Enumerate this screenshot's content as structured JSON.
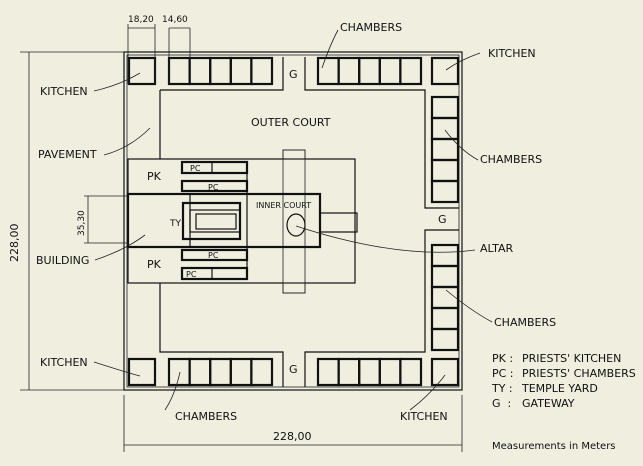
{
  "dimensions": {
    "kitchen_width": "18,20",
    "chamber_width": "14,60",
    "total_height": "228,00",
    "total_width": "228,00",
    "building_height": "35,30"
  },
  "labels": {
    "kitchen": "KITCHEN",
    "chambers": "CHAMBERS",
    "pavement": "PAVEMENT",
    "outer_court": "OUTER COURT",
    "inner_court": "INNER COURT",
    "building": "BUILDING",
    "altar": "ALTAR",
    "pk": "PK",
    "pc": "PC",
    "ty": "TY",
    "g": "G"
  },
  "legend": [
    {
      "key": "PK :",
      "value": "PRIESTS' KITCHEN"
    },
    {
      "key": "PC :",
      "value": "PRIESTS' CHAMBERS"
    },
    {
      "key": "TY :",
      "value": "TEMPLE YARD"
    },
    {
      "key": "G  :",
      "value": "GATEWAY"
    }
  ],
  "note": "Measurements in Meters"
}
